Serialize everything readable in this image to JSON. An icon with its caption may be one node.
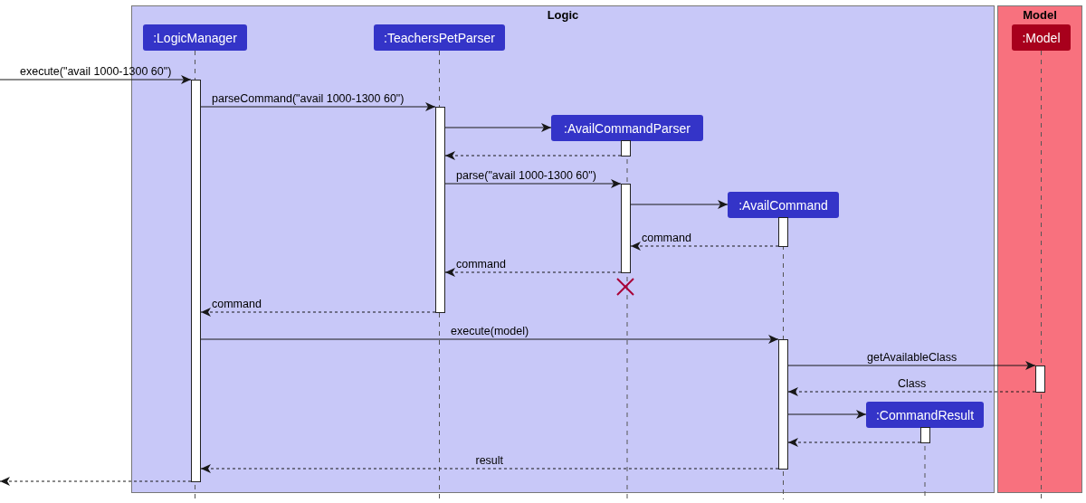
{
  "diagram": {
    "nodes": [
      {
        "text": [
          "Logic"
        ]
      },
      {
        "text": [
          "Model"
        ]
      },
      {
        "text": [
          ":LogicManager"
        ],
        "in": 0
      },
      {
        "text": [
          ":TeachersPetParser"
        ],
        "in": 0
      },
      {
        "text": [
          ":AvailCommandParser"
        ],
        "in": 0
      },
      {
        "text": [
          ":AvailCommand"
        ],
        "in": 0
      },
      {
        "text": [
          ":CommandResult"
        ],
        "in": 0
      },
      {
        "text": [
          ":Model"
        ],
        "in": 1
      },
      {
        "text": [],
        "shape": "bar",
        "in": 0
      },
      {
        "text": [],
        "shape": "bar",
        "in": 0
      },
      {
        "text": [],
        "shape": "bar",
        "in": 0
      },
      {
        "text": [],
        "shape": "bar",
        "in": 0
      },
      {
        "text": [],
        "shape": "bar",
        "in": 0
      },
      {
        "text": [],
        "shape": "bar",
        "in": 0
      },
      {
        "text": [],
        "shape": "bar",
        "in": 0
      },
      {
        "text": [],
        "shape": "bar",
        "in": 1
      }
    ],
    "edges": [
      {
        "from": null,
        "to": 8,
        "arrow": "to",
        "label": "execute(\"avail 1000-1300 60\")"
      },
      {
        "from": 8,
        "to": 9,
        "arrow": "to",
        "label": "parseCommand(\"avail 1000-1300 60\")"
      },
      {
        "from": 9,
        "to": 4,
        "arrow": "to"
      },
      {
        "from": 10,
        "to": 9,
        "arrow": "to",
        "style": "dashed"
      },
      {
        "from": 9,
        "to": 11,
        "arrow": "to",
        "label": "parse(\"avail 1000-1300 60\")"
      },
      {
        "from": 11,
        "to": 5,
        "arrow": "to"
      },
      {
        "from": 12,
        "to": 11,
        "arrow": "to",
        "style": "dashed",
        "label": "command"
      },
      {
        "from": 11,
        "to": 9,
        "arrow": "to",
        "style": "dashed",
        "label": "command"
      },
      {
        "from": 9,
        "to": 8,
        "arrow": "to",
        "style": "dashed",
        "label": "command"
      },
      {
        "from": 8,
        "to": 13,
        "arrow": "to",
        "label": "execute(model)"
      },
      {
        "from": 13,
        "to": 15,
        "arrow": "to",
        "label": "getAvailableClass"
      },
      {
        "from": 15,
        "to": 13,
        "arrow": "to",
        "style": "dashed",
        "label": "Class"
      },
      {
        "from": 13,
        "to": 6,
        "arrow": "to"
      },
      {
        "from": 14,
        "to": 13,
        "arrow": "to",
        "style": "dashed"
      },
      {
        "from": 13,
        "to": 8,
        "arrow": "to",
        "style": "dashed",
        "label": "result"
      },
      {
        "from": 8,
        "to": null,
        "arrow": "to",
        "style": "dashed"
      }
    ]
  }
}
